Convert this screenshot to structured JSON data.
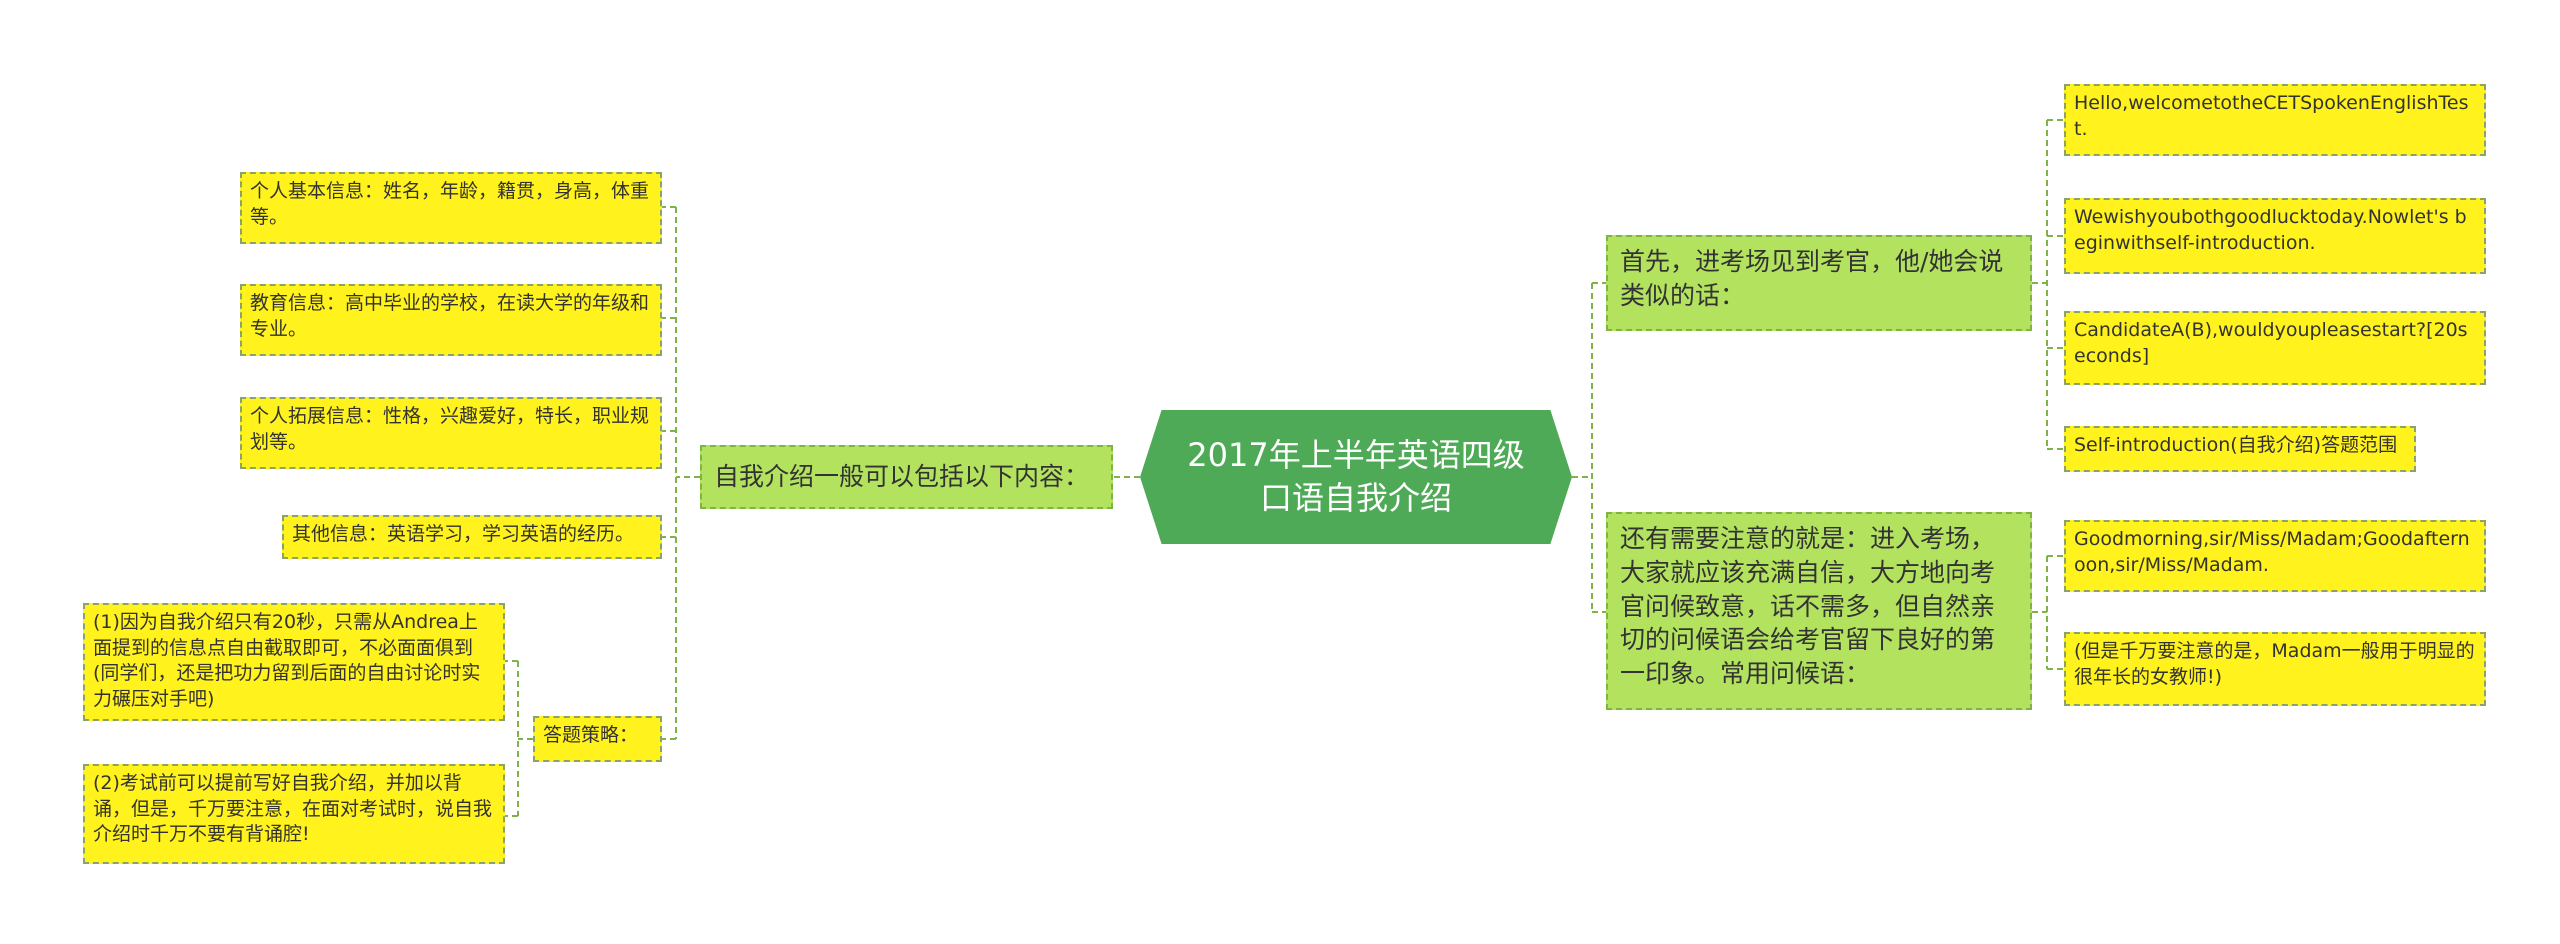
{
  "title": "2017年上半年英语四级口语自我介绍",
  "colors": {
    "root": "#4faa57",
    "branch": "#b3e25f",
    "leaf": "#fff21d",
    "line": "#7fb347"
  },
  "left": {
    "label": "自我介绍一般可以包括以下内容：",
    "items": [
      "个人基本信息：姓名，年龄，籍贯，身高，体重等。",
      "教育信息：高中毕业的学校，在读大学的年级和专业。",
      "个人拓展信息：性格，兴趣爱好，特长，职业规划等。",
      "其他信息：英语学习，学习英语的经历。"
    ],
    "strategy": {
      "label": "答题策略：",
      "items": [
        "(1)因为自我介绍只有20秒，只需从Andrea上面提到的信息点自由截取即可，不必面面俱到(同学们，还是把功力留到后面的自由讨论时实力碾压对手吧)",
        "(2)考试前可以提前写好自我介绍，并加以背诵，但是，千万要注意，在面对考试时，说自我介绍时千万不要有背诵腔!"
      ]
    }
  },
  "right": [
    {
      "label": "首先，进考场见到考官，他/她会说类似的话：",
      "items": [
        "Hello,welcometotheCETSpokenEnglishTest.",
        "Wewishyoubothgoodlucktoday.Nowlet's beginwithself-introduction.",
        "CandidateA(B),wouldyoupleasestart?[20seconds]",
        "Self-introduction(自我介绍)答题范围"
      ]
    },
    {
      "label": "还有需要注意的就是：进入考场，大家就应该充满自信，大方地向考官问候致意，话不需多，但自然亲切的问候语会给考官留下良好的第一印象。常用问候语：",
      "items": [
        "Goodmorning,sir/Miss/Madam;Goodafternoon,sir/Miss/Madam.",
        "(但是千万要注意的是，Madam一般用于明显的很年长的女教师!)"
      ]
    }
  ]
}
